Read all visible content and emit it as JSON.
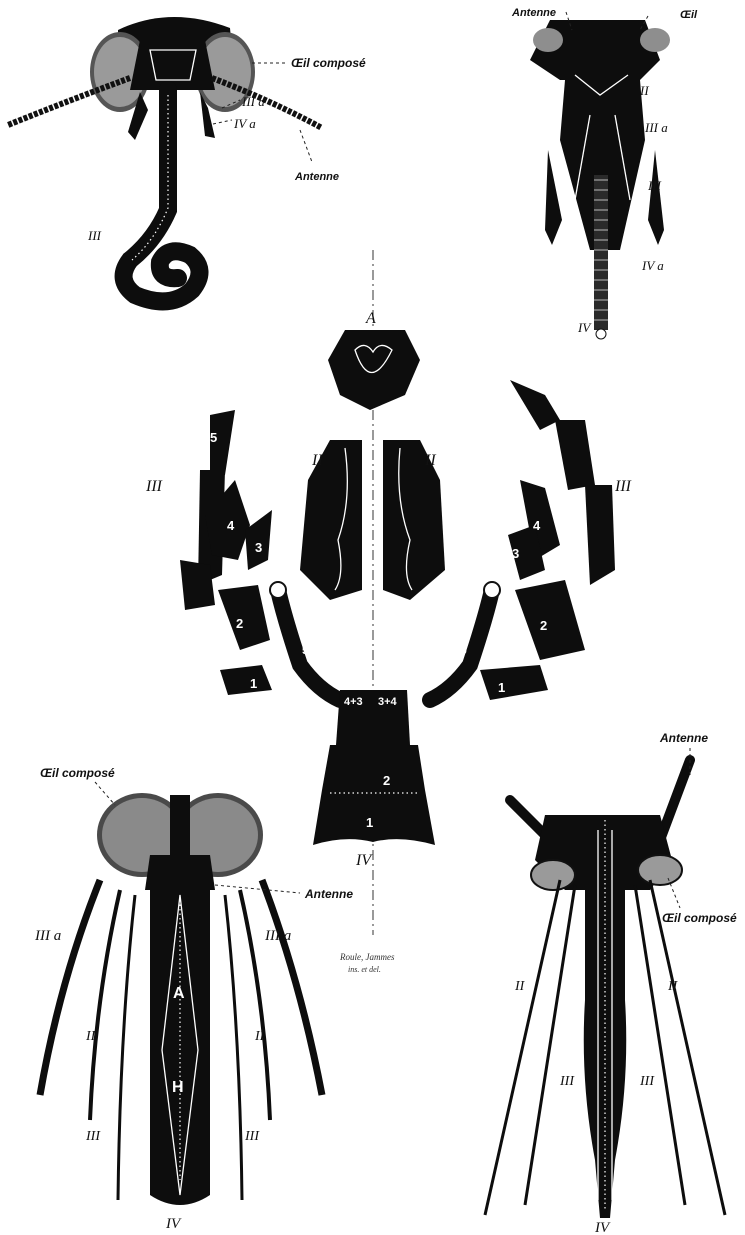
{
  "figures": {
    "top_left": {
      "eye": "Œil composé",
      "antenna": "Antenne",
      "palp": "III a",
      "palp2": "IV a",
      "proboscis": "III"
    },
    "top_right": {
      "antenna": "Antenne",
      "eye": "Œil",
      "l2": "II",
      "l3a": "III a",
      "l3": "III",
      "l4a": "IV a",
      "l4": "IV"
    },
    "center": {
      "a": "A",
      "ii_left": "II",
      "ii_right": "II",
      "iii_left": "III",
      "iii_right": "III",
      "iv": "IV",
      "n1": "1",
      "n2": "2",
      "n3": "3",
      "n4": "4",
      "n5": "5",
      "n43": "4+3",
      "n34": "3+4"
    },
    "bottom_left": {
      "eye": "Œil composé",
      "antenna": "Antenne",
      "iiia_left": "III a",
      "iiia_right": "III a",
      "ii_left": "II",
      "ii_right": "II",
      "iii_left": "III",
      "iii_right": "III",
      "a": "A",
      "h": "H",
      "iv": "IV"
    },
    "bottom_right": {
      "antenna": "Antenne",
      "eye": "Œil composé",
      "ii_left": "II",
      "ii_right": "II",
      "iii_left": "III",
      "iii_right": "III",
      "iv": "IV"
    }
  },
  "signature": {
    "line1": "Roule, Jammes",
    "line2": "ins. et del."
  }
}
